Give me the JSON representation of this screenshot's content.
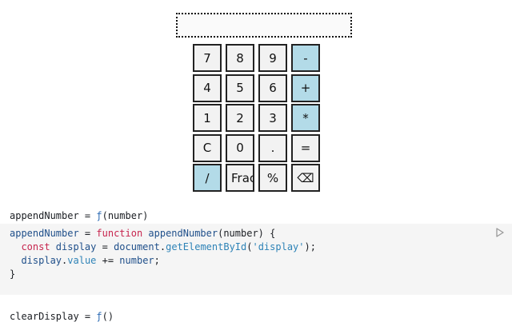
{
  "display": {
    "value": ""
  },
  "keypad": {
    "keys": [
      {
        "label": "7",
        "kind": "num"
      },
      {
        "label": "8",
        "kind": "num"
      },
      {
        "label": "9",
        "kind": "num"
      },
      {
        "label": "-",
        "kind": "op"
      },
      {
        "label": "4",
        "kind": "num"
      },
      {
        "label": "5",
        "kind": "num"
      },
      {
        "label": "6",
        "kind": "num"
      },
      {
        "label": "+",
        "kind": "op"
      },
      {
        "label": "1",
        "kind": "num"
      },
      {
        "label": "2",
        "kind": "num"
      },
      {
        "label": "3",
        "kind": "num"
      },
      {
        "label": "*",
        "kind": "op"
      },
      {
        "label": "C",
        "kind": "num"
      },
      {
        "label": "0",
        "kind": "num"
      },
      {
        "label": ".",
        "kind": "num"
      },
      {
        "label": "=",
        "kind": "num"
      },
      {
        "label": "/",
        "kind": "op"
      },
      {
        "label": "Frac",
        "kind": "frac"
      },
      {
        "label": "%",
        "kind": "num"
      },
      {
        "label": "⌫",
        "kind": "num"
      }
    ]
  },
  "cells": {
    "append_label_name": "appendNumber = ",
    "append_label_fn": "ƒ",
    "append_label_args": "(number)",
    "code": {
      "l1_name": "appendNumber",
      "l1_eq": " = ",
      "l1_kw": "function",
      "l1_fn": " appendNumber",
      "l1_args": "(number) {",
      "l2_kw": "  const",
      "l2_var": " display",
      "l2_eq": " = ",
      "l2_obj": "document",
      "l2_dot": ".",
      "l2_method": "getElementById",
      "l2_open": "(",
      "l2_str": "'display'",
      "l2_close": ");",
      "l3_var": "  display",
      "l3_dot": ".",
      "l3_prop": "value",
      "l3_op": " += ",
      "l3_arg": "number",
      "l3_end": ";",
      "l4": "}"
    },
    "clear_label_name": "clearDisplay = ",
    "clear_label_fn": "ƒ",
    "clear_label_args": "()"
  }
}
